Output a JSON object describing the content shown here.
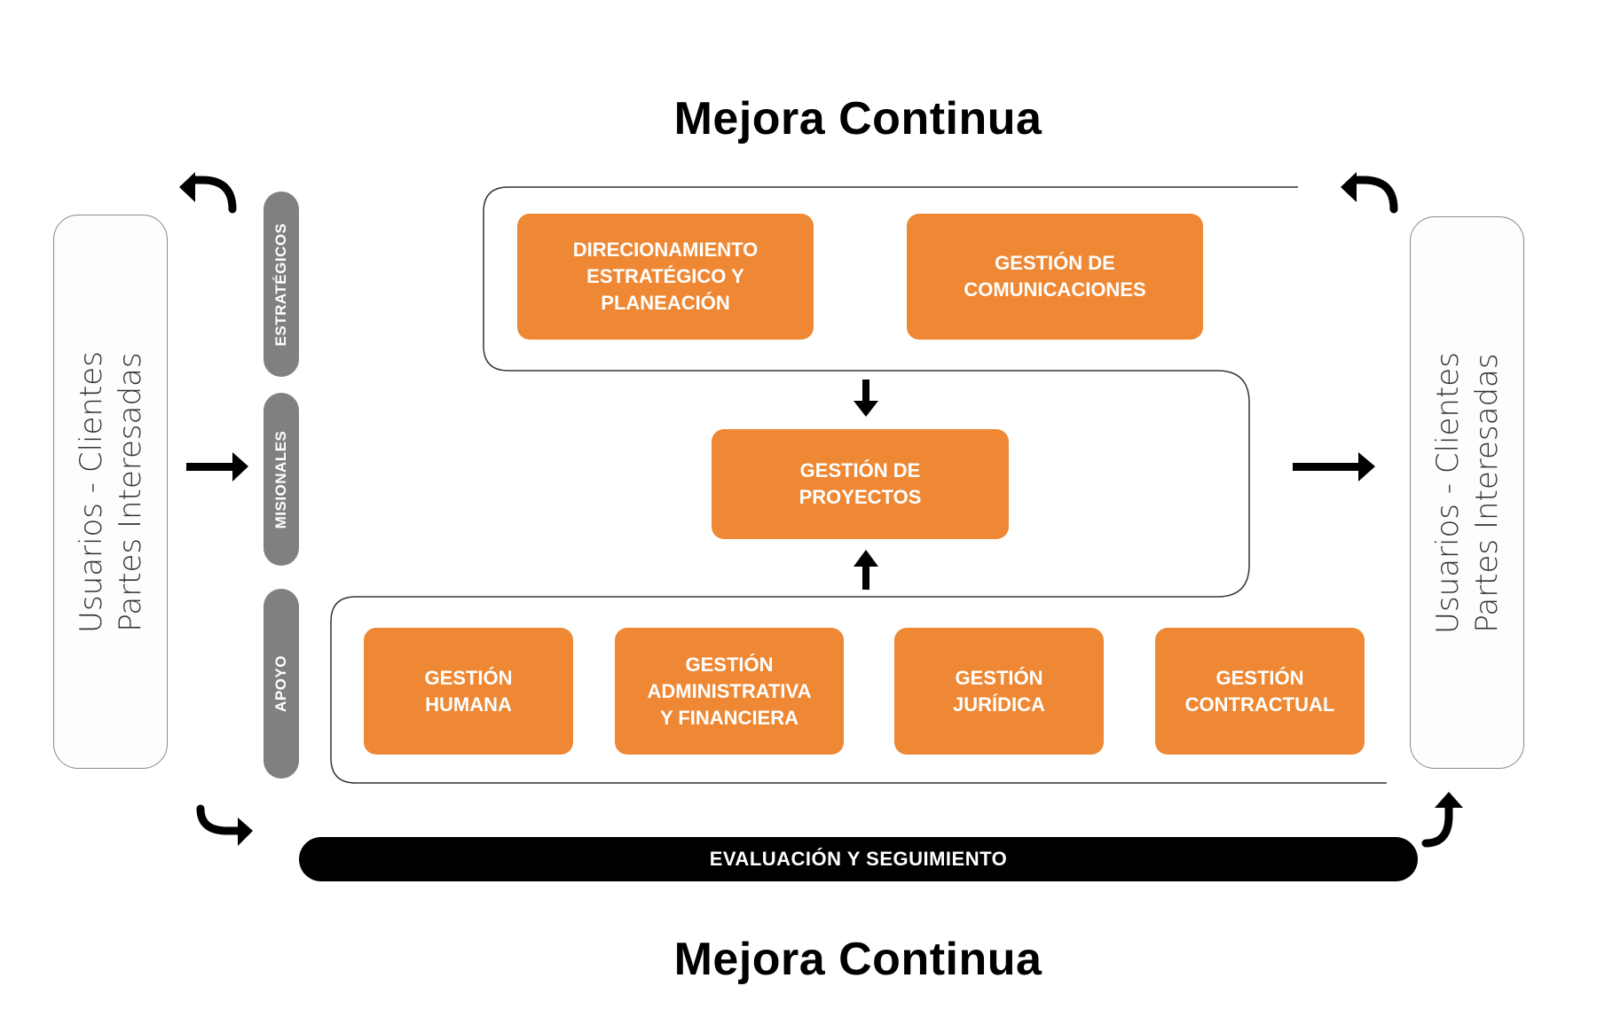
{
  "diagram": {
    "title_top": "Mejora Continua",
    "title_bottom": "Mejora Continua",
    "stakeholders_left": {
      "line1": "Usuarios - Clientes",
      "line2": "Partes Interesadas"
    },
    "stakeholders_right": {
      "line1": "Usuarios - Clientes",
      "line2": "Partes Interesadas"
    },
    "process_levels": [
      {
        "label": "ESTRATÉGICOS"
      },
      {
        "label": "MISIONALES"
      },
      {
        "label": "APOYO"
      }
    ],
    "strategic_processes": [
      {
        "label": "DIRECIONAMIENTO\nESTRATÉGICO Y\nPLANEACIÓN"
      },
      {
        "label": "GESTIÓN DE\nCOMUNICACIONES"
      }
    ],
    "missional_processes": [
      {
        "label": "GESTIÓN DE\nPROYECTOS"
      }
    ],
    "support_processes": [
      {
        "label": "GESTIÓN\nHUMANA"
      },
      {
        "label": "GESTIÓN\nADMINISTRATIVA\nY FINANCIERA"
      },
      {
        "label": "GESTIÓN\nJURÍDICA"
      },
      {
        "label": "GESTIÓN\nCONTRACTUAL"
      }
    ],
    "evaluation_bar": "EVALUACIÓN Y SEGUIMIENTO",
    "colors": {
      "process_box": "#ee8834",
      "level_pill": "#808080",
      "bar": "#000000",
      "stakeholder_border": "#8a8a8a"
    }
  }
}
